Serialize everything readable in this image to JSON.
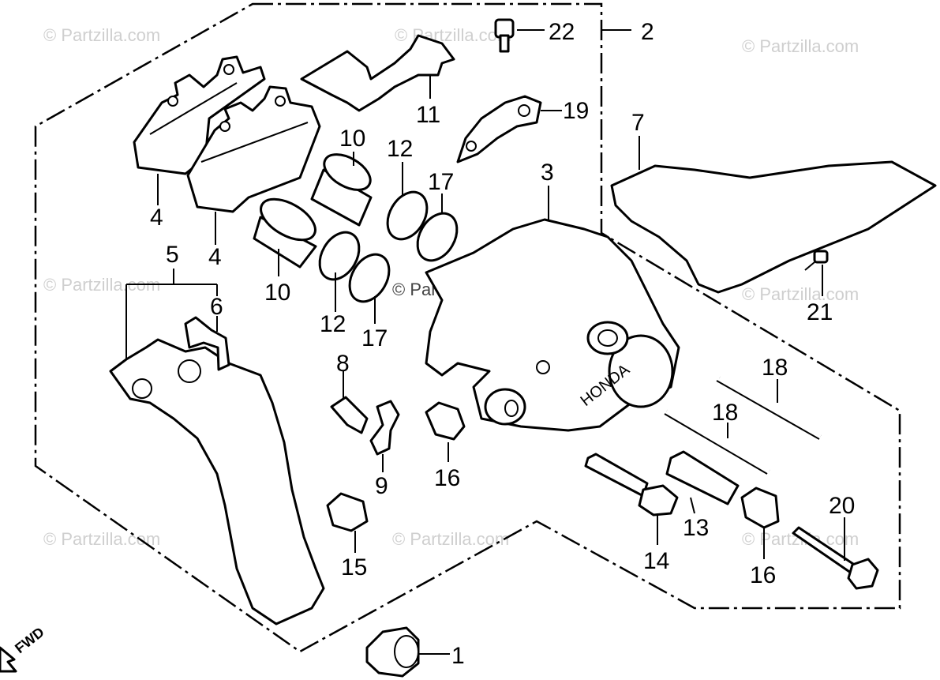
{
  "diagram": {
    "watermark": "© Partzilla.com",
    "direction_label": "FWD",
    "callouts": [
      {
        "id": "1",
        "label": "1"
      },
      {
        "id": "2",
        "label": "2"
      },
      {
        "id": "3",
        "label": "3"
      },
      {
        "id": "4a",
        "label": "4"
      },
      {
        "id": "4b",
        "label": "4"
      },
      {
        "id": "5",
        "label": "5"
      },
      {
        "id": "6",
        "label": "6"
      },
      {
        "id": "7",
        "label": "7"
      },
      {
        "id": "8",
        "label": "8"
      },
      {
        "id": "9",
        "label": "9"
      },
      {
        "id": "10a",
        "label": "10"
      },
      {
        "id": "10b",
        "label": "10"
      },
      {
        "id": "11",
        "label": "11"
      },
      {
        "id": "12a",
        "label": "12"
      },
      {
        "id": "12b",
        "label": "12"
      },
      {
        "id": "13",
        "label": "13"
      },
      {
        "id": "14",
        "label": "14"
      },
      {
        "id": "15",
        "label": "15"
      },
      {
        "id": "16a",
        "label": "16"
      },
      {
        "id": "16b",
        "label": "16"
      },
      {
        "id": "17a",
        "label": "17"
      },
      {
        "id": "17b",
        "label": "17"
      },
      {
        "id": "18a",
        "label": "18"
      },
      {
        "id": "18b",
        "label": "18"
      },
      {
        "id": "19",
        "label": "19"
      },
      {
        "id": "20",
        "label": "20"
      },
      {
        "id": "21",
        "label": "21"
      },
      {
        "id": "22",
        "label": "22"
      }
    ]
  }
}
